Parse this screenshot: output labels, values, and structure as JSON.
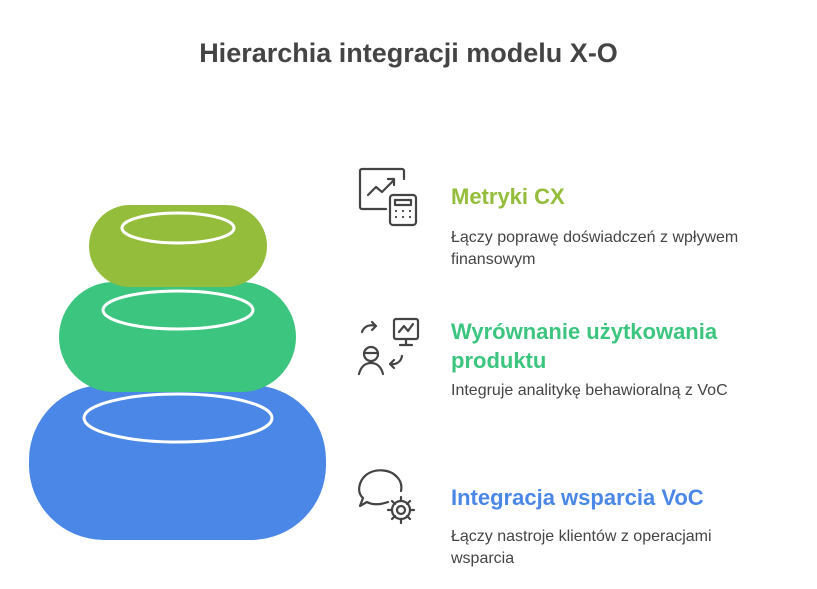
{
  "title": "Hierarchia integracji modelu X-O",
  "colors": {
    "top": "#93bd3a",
    "middle": "#3cc57f",
    "bottom": "#4a87e6"
  },
  "levels": [
    {
      "heading": "Metryki CX",
      "description": "Łączy poprawę doświadczeń z wpływem finansowym",
      "icon": "chart-calculator-icon"
    },
    {
      "heading": "Wyrównanie użytkowania produktu",
      "description": "Integruje analitykę behawioralną z VoC",
      "icon": "user-analytics-icon"
    },
    {
      "heading": "Integracja wsparcia VoC",
      "description": "Łączy nastroje klientów z operacjami wsparcia",
      "icon": "chat-gear-icon"
    }
  ]
}
